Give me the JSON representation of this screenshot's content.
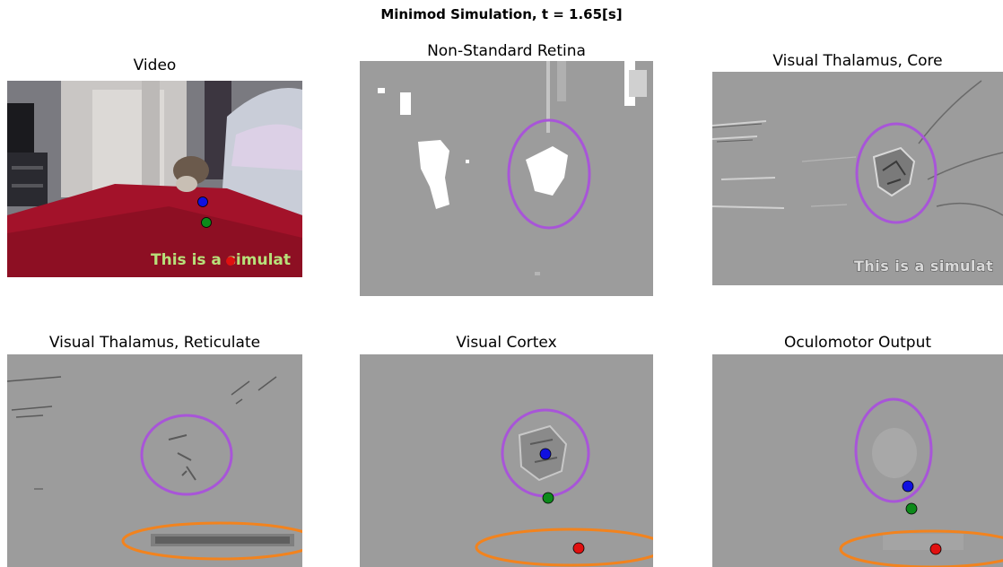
{
  "suptitle": "Minimod Simulation, t = 1.65[s]",
  "panels": {
    "video": {
      "title": "Video",
      "overlay_text": "This is a simulat"
    },
    "retina": {
      "title": "Non-Standard Retina"
    },
    "thalamus_core": {
      "title": "Visual Thalamus, Core",
      "overlay_text": "This is a simulat"
    },
    "thalamus_reticulate": {
      "title": "Visual Thalamus, Reticulate"
    },
    "cortex": {
      "title": "Visual Cortex"
    },
    "oculomotor": {
      "title": "Oculomotor Output"
    }
  },
  "colors": {
    "purple_ellipse": "#a855d8",
    "orange_ellipse": "#f2831e",
    "marker_blue": "#1010e0",
    "marker_green": "#0c8a1a",
    "marker_red": "#e01010",
    "panel_gray": "#9c9c9c",
    "video_text": "#b8e07a"
  }
}
